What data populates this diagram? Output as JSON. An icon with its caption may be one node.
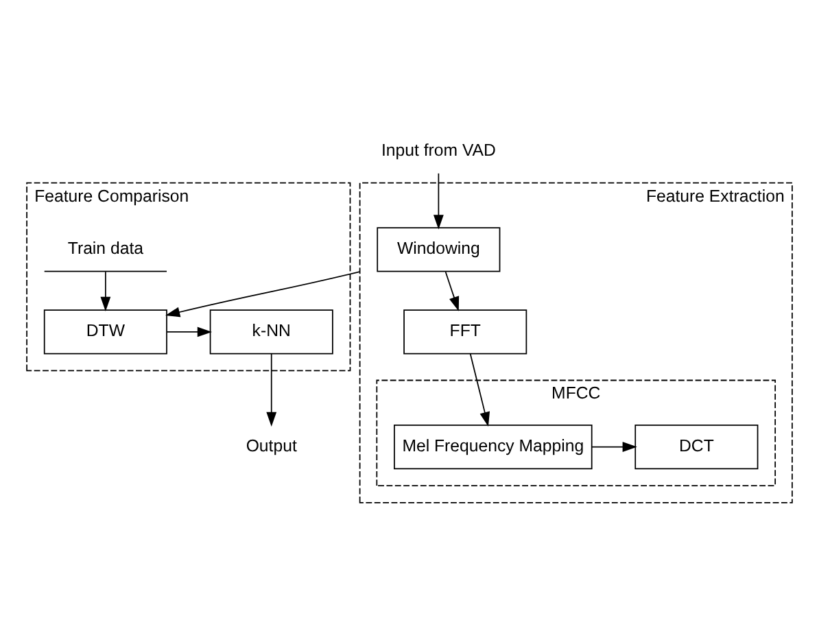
{
  "diagram": {
    "nodes": [
      {
        "text": [
          "Feature Extraction"
        ]
      },
      {
        "text": [
          "Windowing"
        ],
        "in": 0
      },
      {
        "text": [
          "FFT"
        ],
        "in": 0
      },
      {
        "text": [
          "MFCC"
        ],
        "in": 0
      },
      {
        "text": [
          "Mel Frequency Mapping"
        ],
        "in": 3
      },
      {
        "text": [
          "DCT"
        ],
        "in": 3
      },
      {
        "text": [
          "Feature Comparison"
        ]
      },
      {
        "text": [
          "DTW"
        ],
        "in": 6
      },
      {
        "text": [
          "k-NN"
        ],
        "in": 6
      },
      {
        "text": [
          "Train data"
        ],
        "in": 6
      },
      {
        "text": [
          "Input from VAD"
        ]
      },
      {
        "text": [
          "Output"
        ]
      }
    ],
    "edges": [
      {
        "from": 10,
        "to": 1,
        "arrow": "to"
      },
      {
        "from": 1,
        "to": 2,
        "arrow": "to"
      },
      {
        "from": 2,
        "to": 4,
        "arrow": "to"
      },
      {
        "from": 4,
        "to": 5,
        "arrow": "to"
      },
      {
        "from": 0,
        "to": 7,
        "arrow": "to"
      },
      {
        "from": 7,
        "to": 8,
        "arrow": "to"
      },
      {
        "from": 9,
        "to": 7,
        "arrow": "to"
      },
      {
        "from": 8,
        "to": 11,
        "arrow": "to"
      }
    ]
  }
}
